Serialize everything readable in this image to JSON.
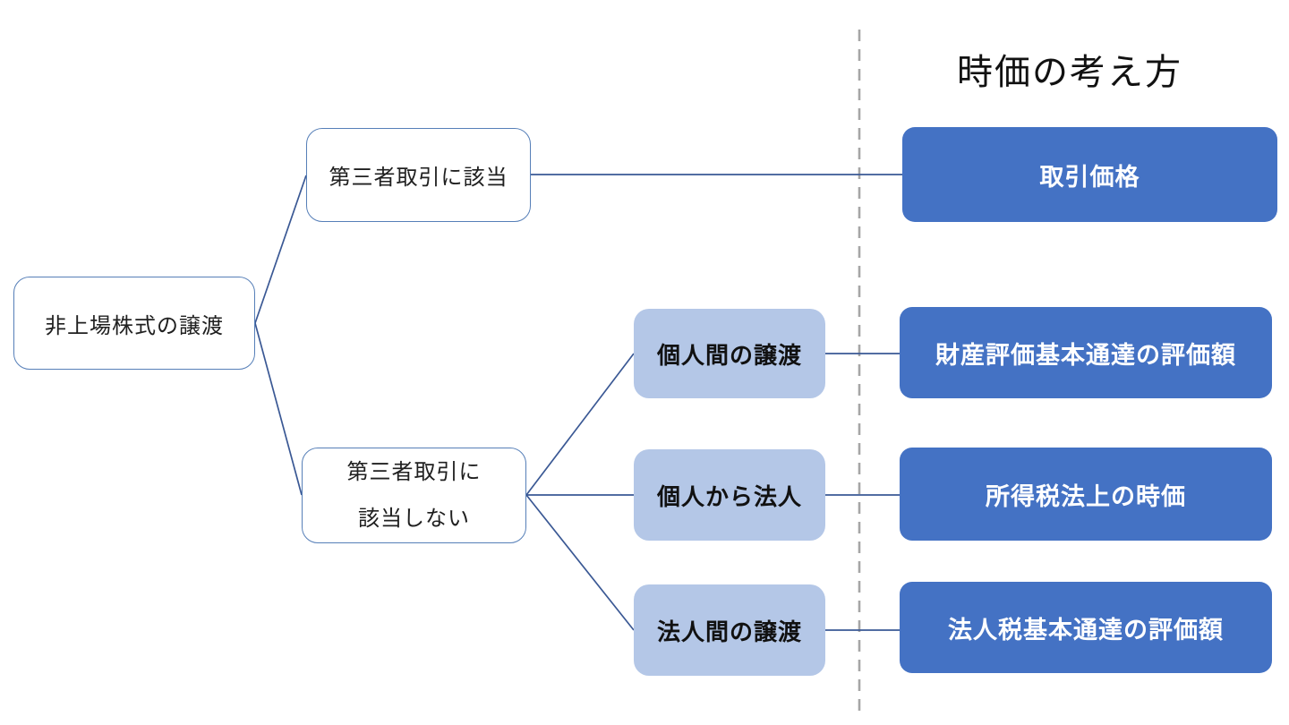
{
  "title": "時価の考え方",
  "colors": {
    "accentDark": "#4472C4",
    "accentLight": "#B4C7E7",
    "outline": "#567FB8",
    "connector": "#3A5894",
    "dashline": "#A6A6A6"
  },
  "nodes": {
    "root": {
      "label": "非上場株式の譲渡"
    },
    "third_party_match": {
      "label": "第三者取引に該当"
    },
    "third_party_no_match": {
      "line1": "第三者取引に",
      "line2": "該当しない"
    },
    "individual_to_individual": {
      "label": "個人間の譲渡"
    },
    "individual_to_corporation": {
      "label": "個人から法人"
    },
    "corporation_to_corporation": {
      "label": "法人間の譲渡"
    }
  },
  "results": {
    "transaction_price": {
      "label": "取引価格"
    },
    "property_valuation_rule": {
      "label": "財産評価基本通達の評価額"
    },
    "income_tax_value": {
      "label": "所得税法上の時価"
    },
    "corporate_tax_valuation_rule": {
      "label": "法人税基本通達の評価額"
    }
  }
}
